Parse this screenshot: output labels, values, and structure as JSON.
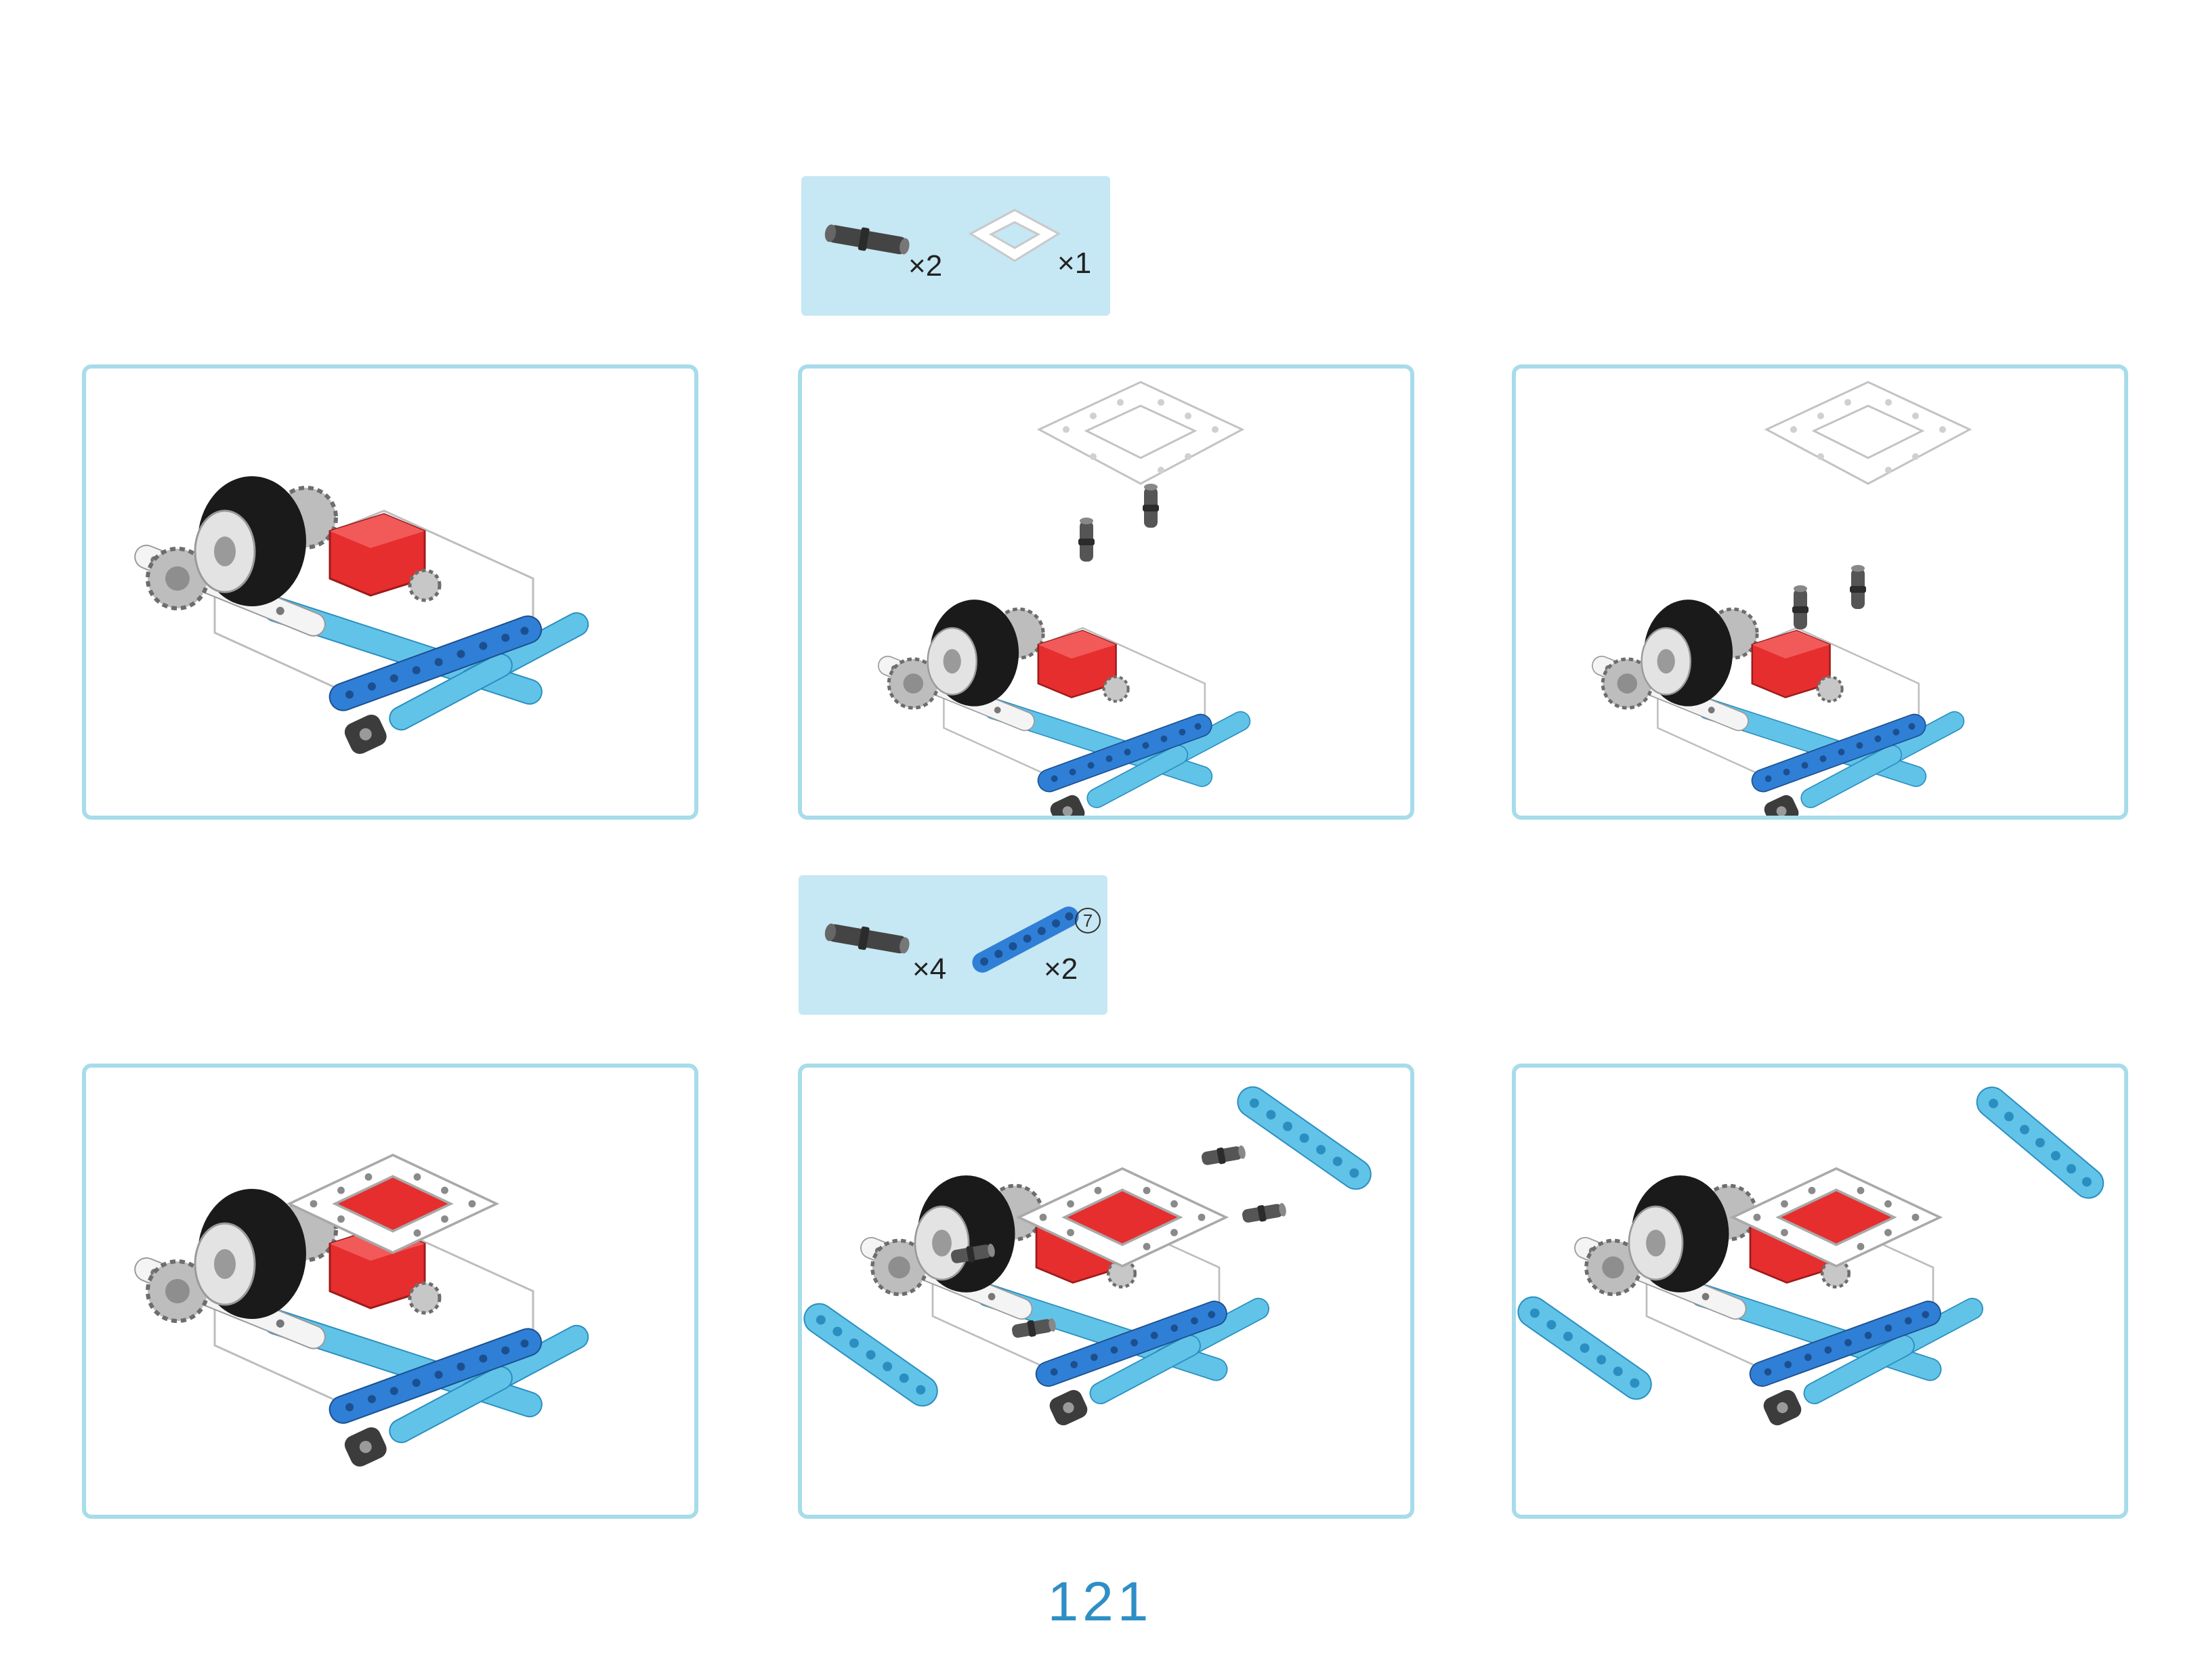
{
  "page": {
    "number": "121"
  },
  "parts_lists": [
    {
      "items": [
        {
          "part": "pin-icon",
          "qty": "×2"
        },
        {
          "part": "frame-icon",
          "qty": "×1"
        }
      ]
    },
    {
      "items": [
        {
          "part": "pin-icon",
          "qty": "×4"
        },
        {
          "part": "beam-icon",
          "qty": "×2",
          "size": "7"
        }
      ]
    }
  ],
  "colors": {
    "panel_border": "#a7dcea",
    "parts_background": "#c6e7f4",
    "page_number": "#2e8fc6",
    "motor_red": "#e62e2e",
    "beam_blue": "#2f7fd6",
    "beam_light_blue": "#62c3e8",
    "tire_black": "#1a1a1a"
  }
}
